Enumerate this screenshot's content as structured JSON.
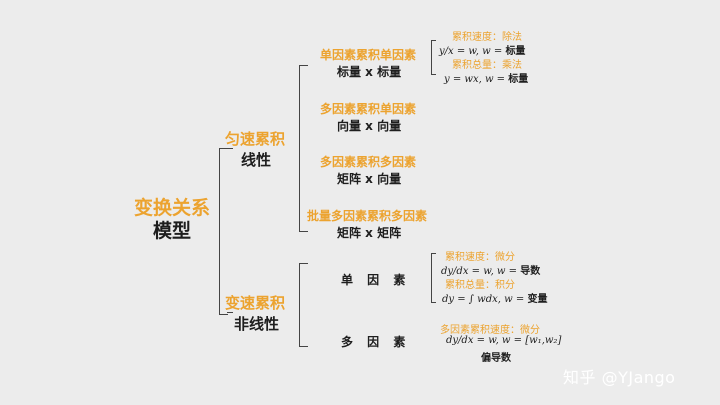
{
  "root": {
    "line1": "变换关系",
    "line2": "模型"
  },
  "linear": {
    "line1": "匀速累积",
    "line2": "线性",
    "items": [
      {
        "title": "单因素累积单因素",
        "sub": "标量 x 标量",
        "notes": [
          {
            "label": "累积速度：除法",
            "formula": "y/x = w, w =",
            "suffix": "标量"
          },
          {
            "label": "累积总量：乘法",
            "formula": "y = wx, w =",
            "suffix": "标量"
          }
        ]
      },
      {
        "title": "多因素累积单因素",
        "sub": "向量 x 向量"
      },
      {
        "title": "多因素累积多因素",
        "sub": "矩阵 x 向量"
      },
      {
        "title": "批量多因素累积多因素",
        "sub": "矩阵 x 矩阵"
      }
    ]
  },
  "nonlinear": {
    "line1": "变速累积",
    "line2": "非线性",
    "items": [
      {
        "title": "单 因 素",
        "notes": [
          {
            "label": "累积速度：微分",
            "formula": "dy/dx = w, w =",
            "suffix": "导数"
          },
          {
            "label": "累积总量：积分",
            "formula": "dy = ∫ wdx, w =",
            "suffix": "变量"
          }
        ]
      },
      {
        "title": "多 因 素",
        "notes": [
          {
            "label": "多因素累积速度：微分",
            "formula": "dy/dx = w, w = [w₁,w₂]",
            "suffix": "偏导数"
          }
        ]
      }
    ]
  },
  "watermark": "知乎 @YJango",
  "colors": {
    "accent": "#eca32f",
    "text": "#1e1e1e",
    "background": "#ececec",
    "line": "#444444"
  }
}
